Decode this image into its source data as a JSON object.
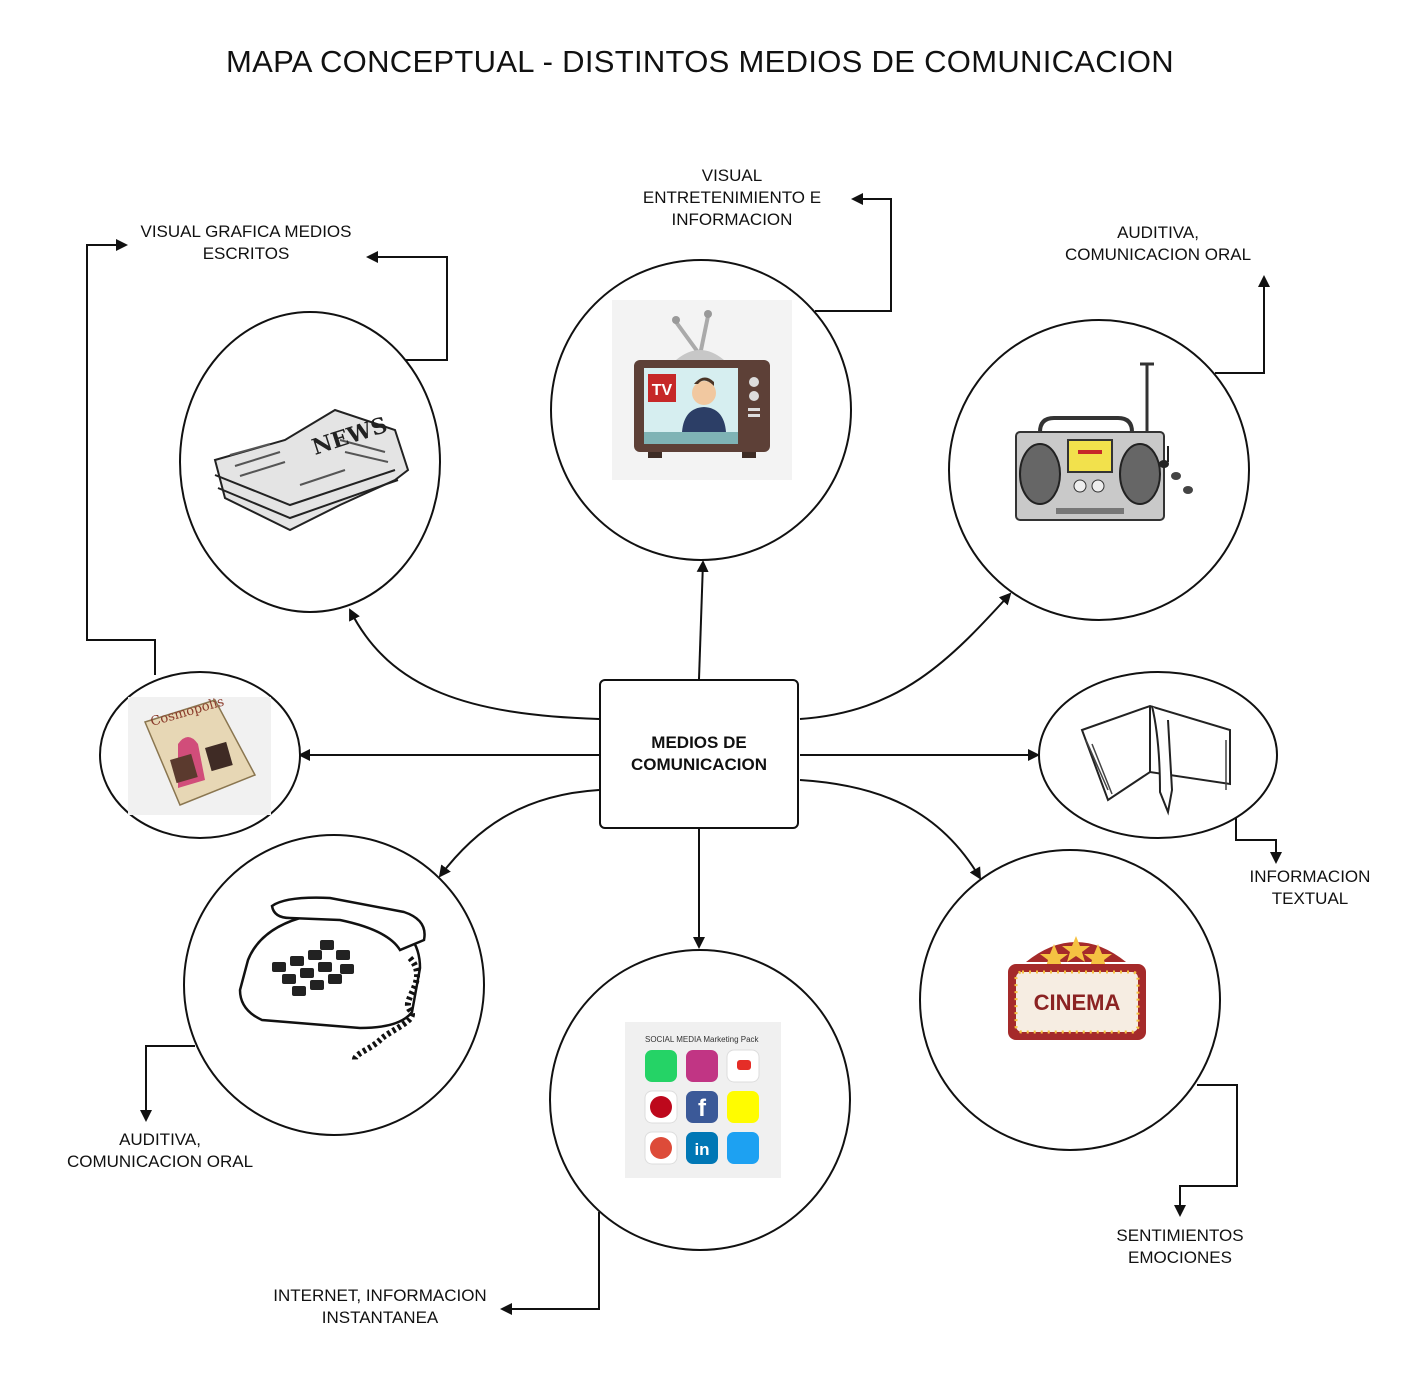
{
  "title": "MAPA CONCEPTUAL - DISTINTOS MEDIOS DE COMUNICACION",
  "center": {
    "line1": "MEDIOS DE",
    "line2": "COMUNICACION"
  },
  "labels": {
    "newspaper": [
      "VISUAL GRAFICA MEDIOS",
      "ESCRITOS"
    ],
    "television": [
      "VISUAL",
      "ENTRETENIMIENTO E",
      "INFORMACION"
    ],
    "radio": [
      "AUDITIVA,",
      "COMUNICACION ORAL"
    ],
    "book": [
      "INFORMACION",
      "TEXTUAL"
    ],
    "telephone": [
      "AUDITIVA,",
      "COMUNICACION ORAL"
    ],
    "internet": [
      "INTERNET, INFORMACION",
      "INSTANTANEA"
    ],
    "cinema": [
      "SENTIMIENTOS",
      "EMOCIONES"
    ]
  },
  "images": {
    "newspaper_text": "NEWS",
    "tv_badge": "TV",
    "magazine_text": "Cosmopolis",
    "social_header": "SOCIAL MEDIA Marketing Pack",
    "cinema_text": "CINEMA"
  },
  "colors": {
    "tv_red": "#c62828",
    "tv_body": "#5d4037",
    "radio_yellow": "#f2e14c",
    "cinema_red": "#a52a2a",
    "cinema_yellow": "#f5c242"
  }
}
